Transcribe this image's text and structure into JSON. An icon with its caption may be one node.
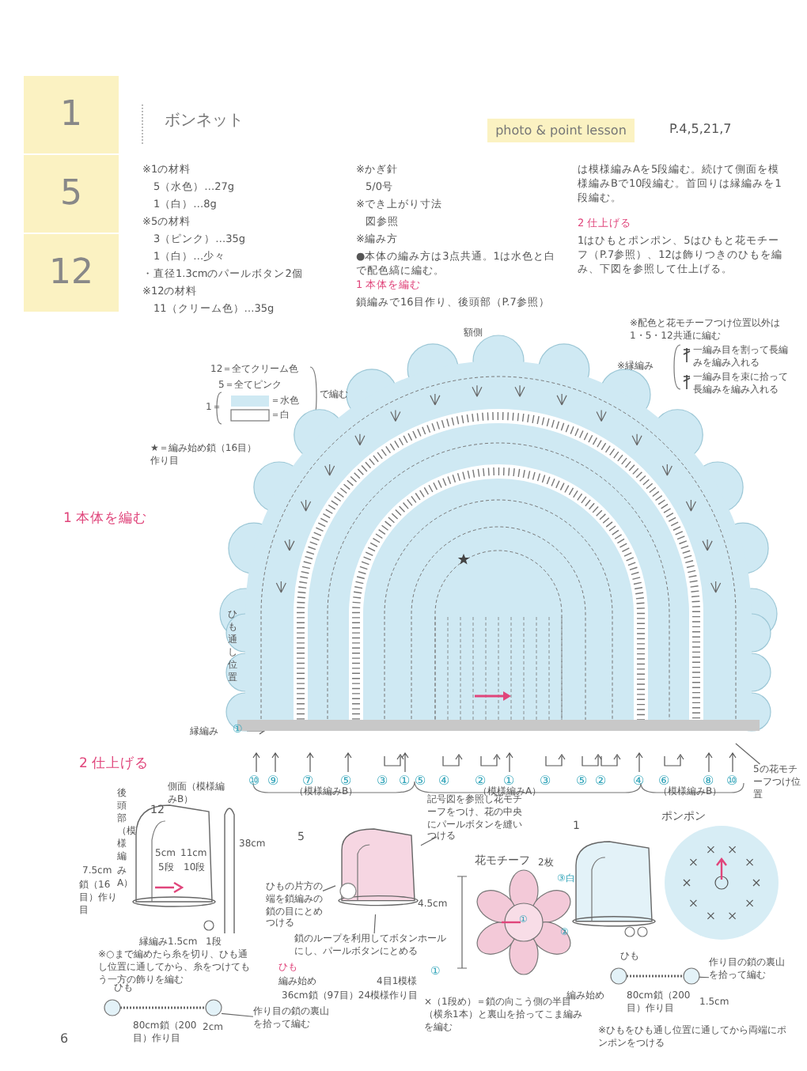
{
  "diagram": {
    "title": "ボンネット",
    "nodes": [
      {
        "text": [
          "1"
        ]
      },
      {
        "text": [
          "5"
        ]
      },
      {
        "text": [
          "12"
        ]
      },
      {
        "text": [
          "photo & point lesson"
        ]
      },
      {
        "text": [],
        "shape": "picture"
      },
      {
        "text": [
          "5の花モチーフつけ位置"
        ]
      },
      {
        "text": [],
        "shape": "picture"
      },
      {
        "text": [],
        "shape": "picture"
      },
      {
        "text": [
          "作り目の鎖の裏山を拾って編む"
        ]
      },
      {
        "text": [],
        "shape": "picture"
      },
      {
        "text": [
          "記号図を参照し花モチーフをつけ、花の中央にパールボタンを縫いつける"
        ]
      },
      {
        "text": [
          "ひもの片方の端を鎖編みの鎖の目にとめつける"
        ]
      },
      {
        "text": [
          "鎖のループを利用してボタンホールにし、パールボタンにとめる"
        ]
      },
      {
        "text": [],
        "shape": "picture"
      },
      {
        "text": [],
        "shape": "picture"
      },
      {
        "text": [],
        "shape": "picture"
      },
      {
        "text": [],
        "shape": "picture"
      },
      {
        "text": [
          "作り目の鎖の裏山を拾って編む"
        ]
      }
    ],
    "edges": [
      {
        "from": 5,
        "to": 4,
        "arrow": "none"
      },
      {
        "from": 8,
        "to": 7,
        "arrow": "none"
      },
      {
        "from": 10,
        "to": 9,
        "arrow": "none"
      },
      {
        "from": 11,
        "to": 9,
        "arrow": "none"
      },
      {
        "from": 12,
        "to": 9,
        "arrow": "none"
      },
      {
        "from": 17,
        "to": 16,
        "arrow": "none"
      }
    ],
    "labels": [
      "P.4,5,21,7",
      "※1の材料",
      "5（水色）…27g",
      "1（白）…8g",
      "※5の材料",
      "3（ピンク）…35g",
      "1（白）…少々",
      "・直径1.3cmのパールボタン2個",
      "※12の材料",
      "11（クリーム色）…35g",
      "※かぎ針",
      "5/0号",
      "※でき上がり寸法",
      "図参照",
      "※編み方",
      "●本体の編み方は3点共通。1は水色と白で配色縞に編む。",
      "1 本体を編む",
      "鎖編みで16目作り、後頭部（P.7参照）",
      "は模様編みAを5段編む。続けて側面を模様編みBで10段編む。首回りは縁編みを1段編む。",
      "2 仕上げる",
      "1はひもとポンポン、5はひもと花モチーフ（P.7参照）、12は飾りつきのひもを編み、下図を参照して仕上げる。",
      "※配色と花モチーフつけ位置以外は1・5・12共通に編む",
      "※縁編み",
      "一編み目を割って長編みを編み入れる",
      "一編み目を束に拾って長編みを編み入れる",
      "12＝全てクリーム色",
      "5＝全てピンク",
      "1＝",
      "＝水色",
      "＝白",
      "で編む",
      "★＝編み始め鎖（16目）作り目",
      "1 本体を編む",
      "額側",
      "ひも通し位置",
      "縁編み",
      "①",
      "⑩",
      "⑨",
      "⑦",
      "⑤",
      "③",
      "①",
      "⑤",
      "④",
      "②",
      "①",
      "③",
      "⑤",
      "②",
      "④",
      "⑥",
      "⑧",
      "⑩",
      "（模様編みB）",
      "（模様編みA）",
      "（模様編みB）",
      "2 仕上げる",
      "12",
      "側面（模様編みB）",
      "後頭部（模様編みA）",
      "5cm",
      "5段",
      "11cm",
      "10段",
      "38cm",
      "7.5cm",
      "鎖（16目）作り目",
      "縁編み1.5cm",
      "1段",
      "※○まで編めたら糸を切り、ひも通し位置に通してから、糸をつけてもう一方の飾りを編む",
      "ひも",
      "80cm鎖（200目）作り目",
      "2cm",
      "5",
      "ひも",
      "編み始め",
      "4目1模様",
      "36cm鎖（97目）24模様作り目",
      "①",
      "花モチーフ",
      "2枚",
      "③白",
      "①",
      "②",
      "4.5cm",
      "×（1段め）＝鎖の向こう側の半目（横糸1本）と裏山を拾ってこま編みを編む",
      "1",
      "ポンポン",
      "ひも",
      "編み始め",
      "80cm鎖（200目）作り目",
      "1.5cm",
      "※ひもをひも通し位置に通してから両端にポンポンをつける",
      "6"
    ]
  }
}
